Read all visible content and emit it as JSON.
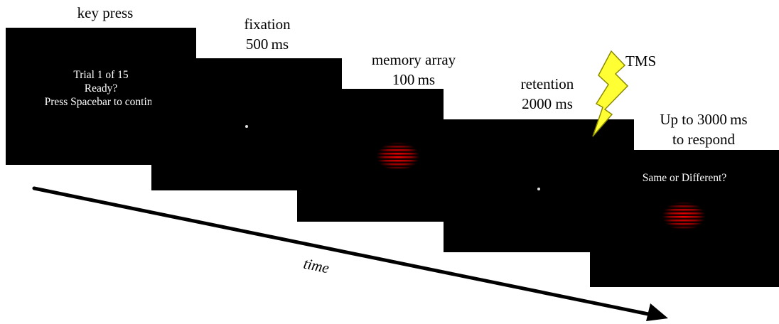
{
  "stages": {
    "keypress": {
      "label": "key press",
      "screen_lines": [
        "Trial 1 of 15",
        "Ready?",
        "Press Spacebar to contine"
      ]
    },
    "fixation": {
      "label_line1": "fixation",
      "label_line2": "500 ms"
    },
    "memory": {
      "label_line1": "memory array",
      "label_line2": "100 ms"
    },
    "retention": {
      "label_line1": "retention",
      "label_line2": "2000 ms"
    },
    "response": {
      "label_line1": "Up to 3000 ms",
      "label_line2": "to respond",
      "screen_text": "Same or Different?"
    }
  },
  "tms": {
    "label": "TMS",
    "bolt_color": "#ffff33"
  },
  "timeline": {
    "label": "time"
  },
  "colors": {
    "screen": "#000000",
    "grating": "#ff0000",
    "arrow": "#000000"
  }
}
